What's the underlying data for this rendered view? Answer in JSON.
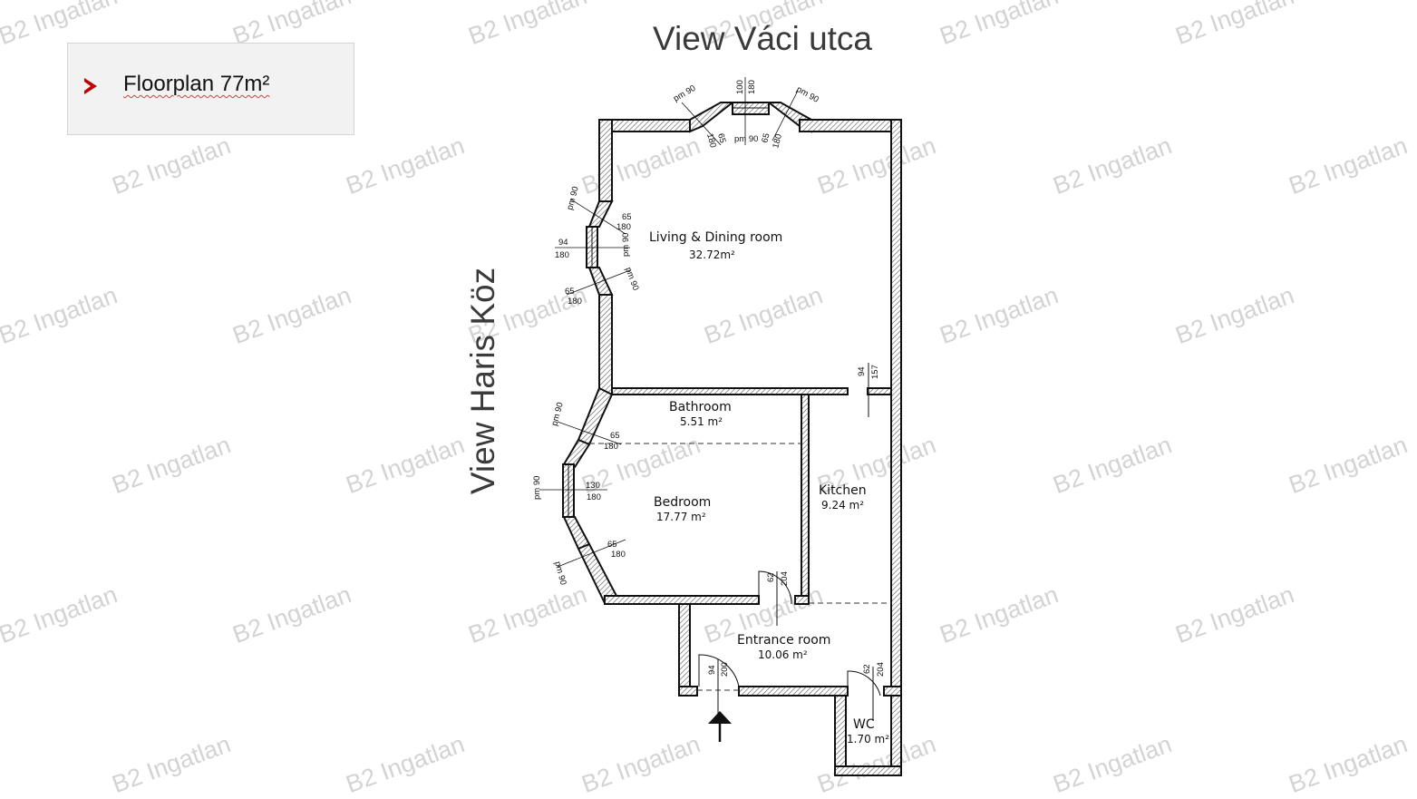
{
  "legend": {
    "bullet_icon": "arrowhead-bullet-icon",
    "text": "Floorplan 77m²"
  },
  "views": {
    "top": "View Váci utca",
    "left": "View Haris Köz"
  },
  "watermark": "B2 Ingatlan",
  "rooms": {
    "living": {
      "name": "Living & Dining room",
      "area": "32.72m²"
    },
    "bathroom": {
      "name": "Bathroom",
      "area": "5.51 m²"
    },
    "bedroom": {
      "name": "Bedroom",
      "area": "17.77 m²"
    },
    "kitchen": {
      "name": "Kitchen",
      "area": "9.24 m²"
    },
    "entrance": {
      "name": "Entrance room",
      "area": "10.06 m²"
    },
    "wc": {
      "name": "WC",
      "area": "1.70 m²"
    }
  },
  "dimensions": {
    "top_left_pm": "pm 90",
    "top_left_w": "65",
    "top_left_h": "180",
    "top_mid_w": "100",
    "top_mid_h": "180",
    "top_mid_pm": "pm 90",
    "top_right_pm": "pm 90",
    "top_right_w": "65",
    "top_right_h": "180",
    "lw1_pm": "pm 90",
    "lw1_w": "65",
    "lw1_h": "180",
    "lw2_w": "94",
    "lw2_h": "180",
    "lw2_pm": "pm 90",
    "lw3_pm": "pm 90",
    "lw3_w": "65",
    "lw3_h": "180",
    "kit_door_w": "94",
    "kit_door_h": "157",
    "bath_pm": "pm 90",
    "bath_w": "65",
    "bath_h": "180",
    "bed1_pm": "pm 90",
    "bed1_w": "130",
    "bed1_h": "180",
    "bed2_pm": "pm 90",
    "bed2_w": "65",
    "bed2_h": "180",
    "bed_door_w": "62",
    "bed_door_h": "204",
    "entry_door_w": "94",
    "entry_door_h": "200",
    "wc_door_w": "62",
    "wc_door_h": "204"
  },
  "entrance_arrow_icon": "entrance-arrow-icon"
}
